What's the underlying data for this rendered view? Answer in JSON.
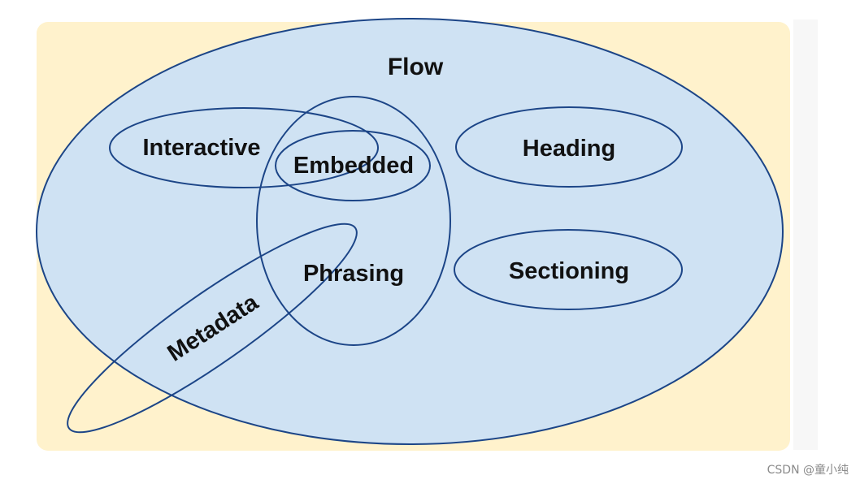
{
  "diagram": {
    "categories": {
      "flow": "Flow",
      "interactive": "Interactive",
      "embedded": "Embedded",
      "heading": "Heading",
      "phrasing": "Phrasing",
      "sectioning": "Sectioning",
      "metadata": "Metadata"
    },
    "colors": {
      "background": "#fff2cc",
      "fill": "#cfe2f3",
      "stroke": "#1c4587"
    }
  },
  "watermark": "CSDN @童小纯"
}
